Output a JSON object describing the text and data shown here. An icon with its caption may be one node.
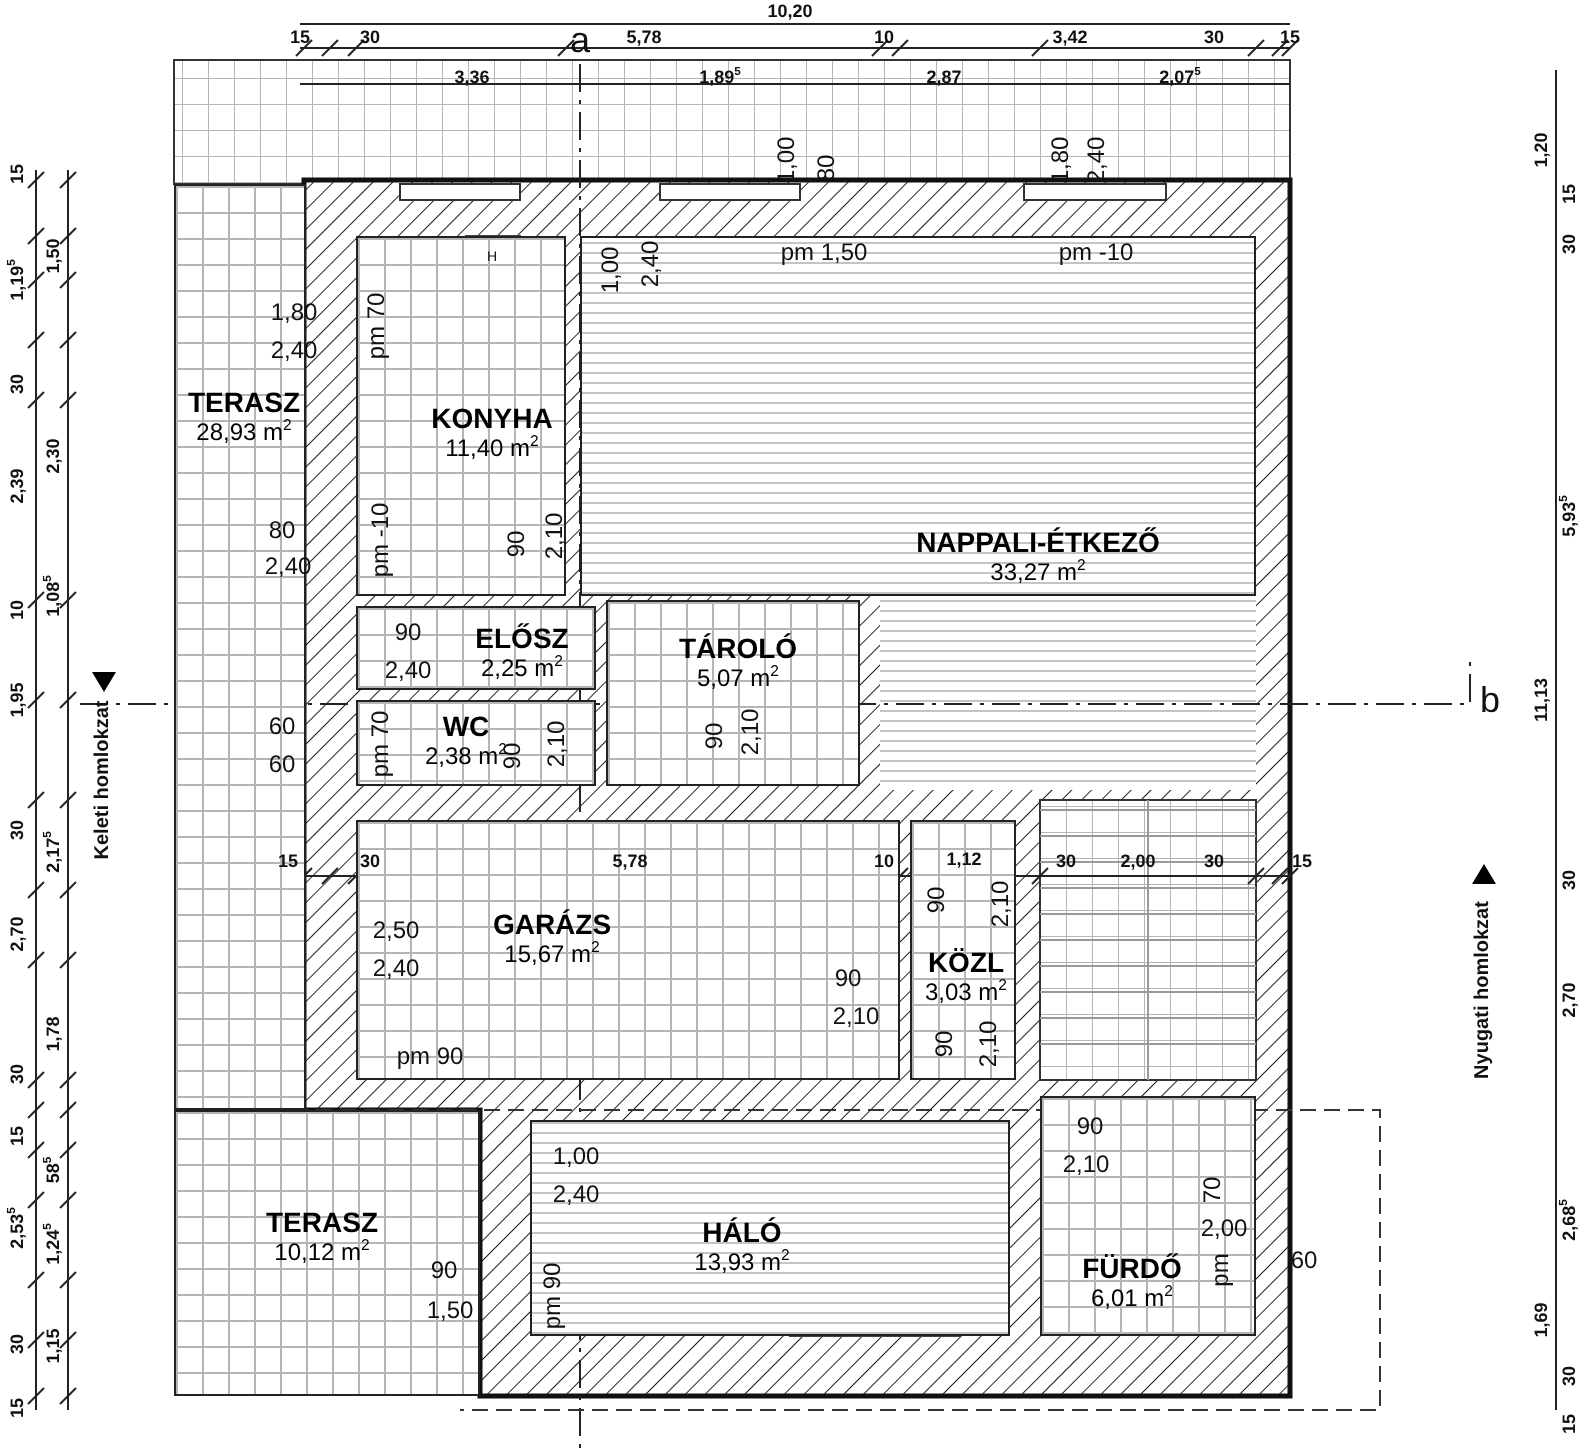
{
  "diagram": {
    "nodes": [
      {
        "text": [
          "TERASZ",
          "28,93 m$^{2}$"
        ]
      },
      {
        "text": [
          "KONYHA",
          "11,40 m$^{2}$"
        ]
      },
      {
        "text": [
          "NAPPALI-ÉTKEZŐ",
          "33,27 m$^{2}$"
        ]
      },
      {
        "text": [
          "ELŐSZ",
          "2,25 m$^{2}$"
        ]
      },
      {
        "text": [
          "WC",
          "2,38 m$^{2}$"
        ]
      },
      {
        "text": [
          "TÁROLÓ",
          "5,07 m$^{2}$"
        ]
      },
      {
        "text": [
          "GARÁZS",
          "15,67 m$^{2}$"
        ]
      },
      {
        "text": [
          "KÖZL",
          "3,03 m$^{2}$"
        ]
      },
      {
        "text": [
          "TERASZ",
          "10,12 m$^{2}$"
        ]
      },
      {
        "text": [
          "HÁLÓ",
          "13,93 m$^{2}$"
        ]
      },
      {
        "text": [
          "FÜRDŐ",
          "6,01 m$^{2}$"
        ]
      }
    ],
    "labels": [
      "10,20",
      "15",
      "30",
      "a",
      "5,78",
      "10",
      "3,42",
      "30",
      "15",
      "3,36",
      "1,89$^{5}$",
      "2,87",
      "2,07$^{5}$",
      "1,00",
      "80",
      "1,80",
      "2,40",
      "pm 1,50",
      "pm -10",
      "H",
      "1,00",
      "2,40",
      "1,80",
      "2,40",
      "pm 70",
      "80",
      "2,40",
      "pm -10",
      "90",
      "2,10",
      "90",
      "2,40",
      "60",
      "60",
      "pm 70",
      "90",
      "2,10",
      "90",
      "2,10",
      "15",
      "30",
      "5,78",
      "10",
      "1,12",
      "30",
      "2,00",
      "30",
      "15",
      "90",
      "2,10",
      "2,50",
      "2,40",
      "90",
      "2,10",
      "90",
      "2,10",
      "pm 90",
      "90",
      "2,10",
      "1,00",
      "2,40",
      "70",
      "2,00",
      "pm",
      "60",
      "90",
      "1,50",
      "pm 90",
      "15",
      "1,50",
      "1,19$^{5}$",
      "30",
      "2,30",
      "2,39",
      "1,08$^{5}$",
      "10",
      "1,95",
      "30",
      "2,17$^{5}$",
      "2,70",
      "1,78",
      "30",
      "15",
      "58$^{5}$",
      "2,53$^{5}$",
      "1,24$^{5}$",
      "30",
      "1,15",
      "15",
      "Keleti homlokzat",
      "b",
      "Nyugati homlokzat",
      "1,20",
      "15",
      "30",
      "5,93$^{5}$",
      "11,13",
      "30",
      "2,70",
      "2,68$^{5}$",
      "1,69",
      "30",
      "15"
    ]
  }
}
